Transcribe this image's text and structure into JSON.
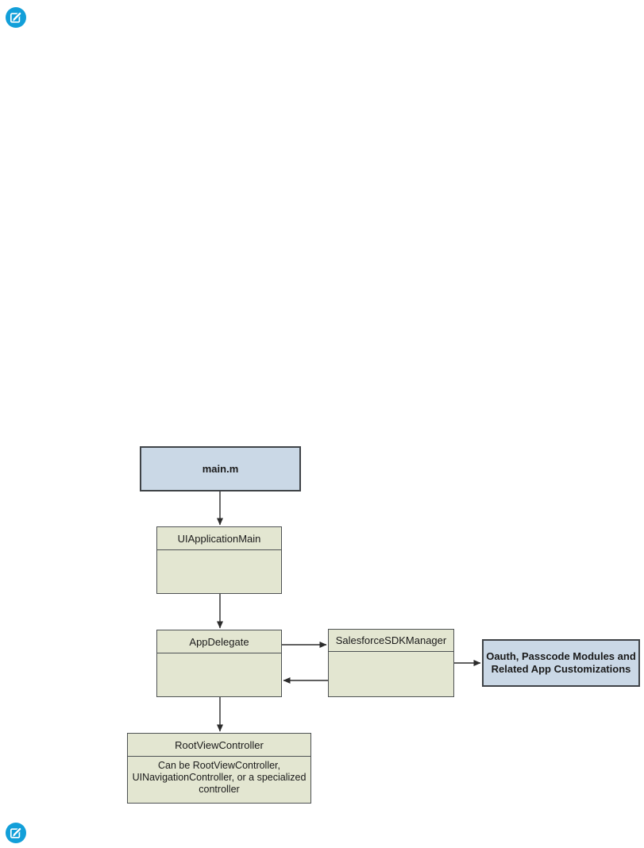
{
  "page": {
    "background": "#ffffff"
  },
  "icons": {
    "top": "edit-note-icon",
    "bottom": "edit-note-icon",
    "circle_color": "#129fd9",
    "glyph_color": "#ffffff"
  },
  "colors": {
    "node_blue_fill": "#cad8e6",
    "node_blue_border": "#3f4347",
    "node_green_fill": "#e3e6d1",
    "node_green_border": "#4e5254",
    "arrow": "#2b2b2b",
    "text": "#1a1a1a"
  },
  "diagram": {
    "nodes": {
      "main_m": {
        "label": "main.m"
      },
      "ui_application_main": {
        "label": "UIApplicationMain"
      },
      "app_delegate": {
        "label": "AppDelegate"
      },
      "sdk_manager": {
        "label": "SalesforceSDKManager"
      },
      "oauth_modules": {
        "label_lines": [
          "Oauth, Passcode Modules and",
          "Related App Customizations"
        ]
      },
      "root_view_controller": {
        "label": "RootViewController",
        "body_lines": [
          "Can be RootViewController,",
          "UINavigationController, or a specialized",
          "controller"
        ]
      }
    },
    "edges": [
      "main.m -> UIApplicationMain",
      "UIApplicationMain -> AppDelegate",
      "AppDelegate -> SalesforceSDKManager",
      "SalesforceSDKManager -> AppDelegate",
      "SalesforceSDKManager -> Oauth, Passcode Modules and Related App Customizations",
      "AppDelegate -> RootViewController"
    ]
  }
}
